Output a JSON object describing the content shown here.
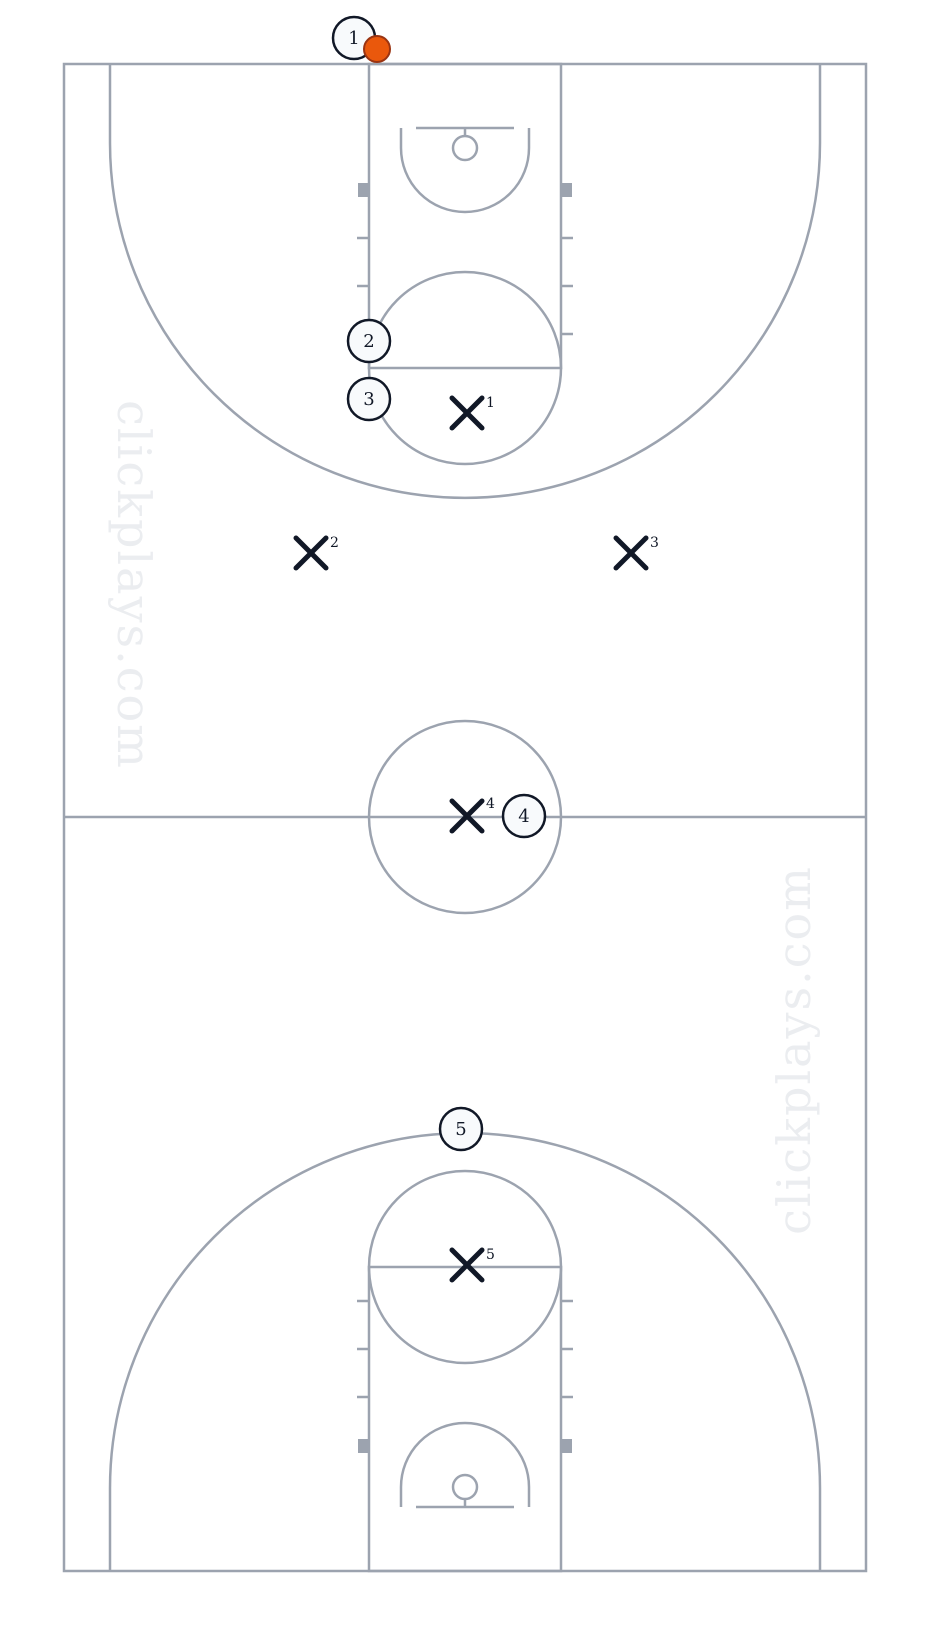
{
  "diagram": {
    "watermarks": [
      "clickplays.com",
      "clickplays.com"
    ],
    "colors": {
      "court_lines": "#9ca3af",
      "players": "#111827",
      "player_fill": "#f8fafc",
      "ball": "#ea580c",
      "watermark": "#ebedf0"
    },
    "offense": [
      {
        "label": "1",
        "has_ball": true
      },
      {
        "label": "2",
        "has_ball": false
      },
      {
        "label": "3",
        "has_ball": false
      },
      {
        "label": "4",
        "has_ball": false
      },
      {
        "label": "5",
        "has_ball": false
      }
    ],
    "defense": [
      {
        "label": "1"
      },
      {
        "label": "2"
      },
      {
        "label": "3"
      },
      {
        "label": "4"
      },
      {
        "label": "5"
      }
    ]
  }
}
